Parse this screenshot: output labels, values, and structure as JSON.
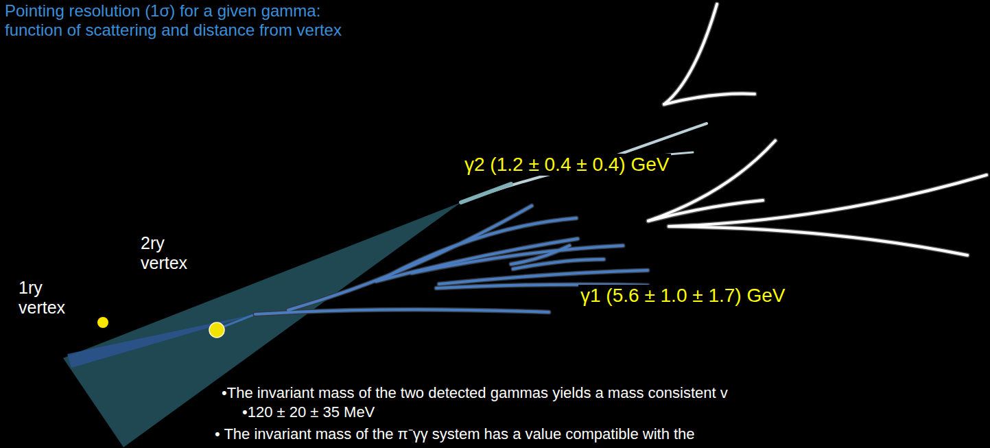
{
  "diagram": {
    "labels": [
      "Pointing resolution (1σ) for a given gamma:",
      "function of scattering and distance from vertex",
      "γ2  (1.2 ± 0.4 ± 0.4) GeV",
      "2ry vertex",
      "1ry vertex",
      "γ1 (5.6 ± 1.0 ± 1.7) GeV",
      "•The invariant mass of the two detected gammas yields a mass consistent v",
      "•120 ± 20 ± 35  MeV",
      "• The invariant mass of the π⁻γγ system has a value compatible with the"
    ]
  }
}
